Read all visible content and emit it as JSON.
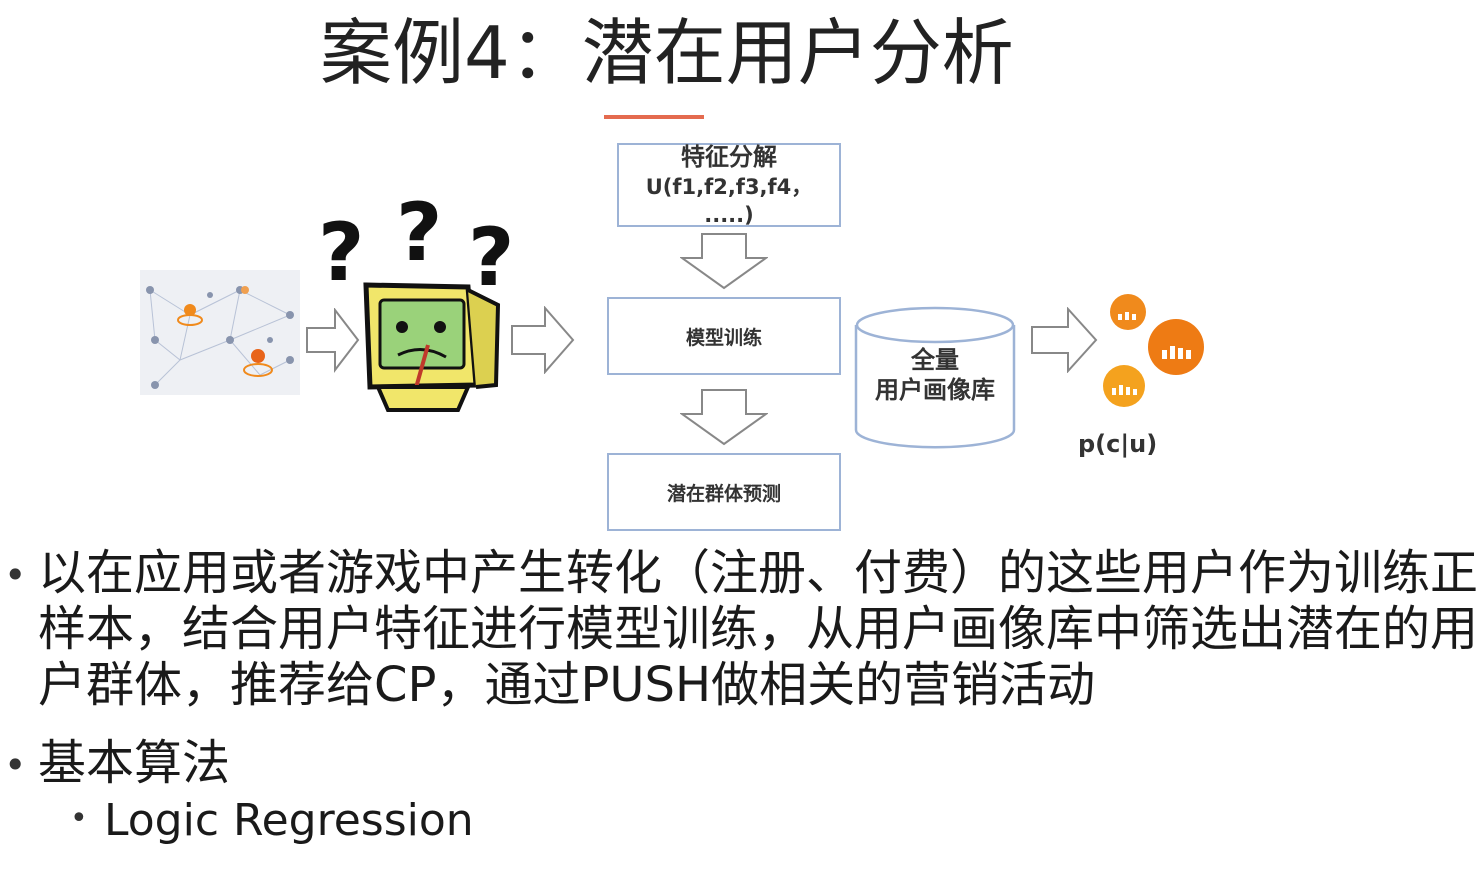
{
  "slide": {
    "title": "案例4：潜在用户分析"
  },
  "diagram": {
    "box_feature_line1": "特征分解",
    "box_feature_line2": "U(f1,f2,f3,f4，  .....)",
    "box_model": "模型训练",
    "box_predict": "潜在群体预测",
    "db_line1": "全量",
    "db_line2": "用户画像库",
    "prob_label": "p(c|u)"
  },
  "bullets": {
    "item1": "以在应用或者游戏中产生转化（注册、付费）的这些用户作为训练正样本，结合用户特征进行模型训练，从用户画像库中筛选出潜在的用户群体，推荐给CP，通过PUSH做相关的营销活动",
    "item2": "基本算法",
    "item2_sub1": "Logic Regression"
  },
  "colors": {
    "accent": "#e46b4f",
    "box_border": "#9db3d6",
    "orange": "#f08a1c"
  }
}
